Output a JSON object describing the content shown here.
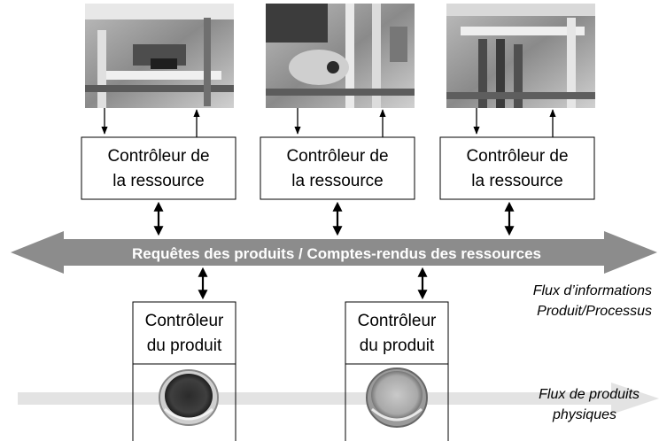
{
  "resource_controllers": [
    {
      "line1": "Contrôleur de",
      "line2": "la ressource"
    },
    {
      "line1": "Contrôleur de",
      "line2": "la ressource"
    },
    {
      "line1": "Contrôleur de",
      "line2": "la ressource"
    }
  ],
  "product_controllers": [
    {
      "line1": "Contrôleur",
      "line2": "du produit"
    },
    {
      "line1": "Contrôleur",
      "line2": "du produit"
    }
  ],
  "info_band": {
    "label": "Requêtes des produits / Comptes-rendus des ressources",
    "color": "#8c8c8c"
  },
  "info_flow_caption": {
    "line1": "Flux d’informations",
    "line2": "Produit/Processus"
  },
  "product_flow_caption": {
    "line1": "Flux de produits",
    "line2": "physiques"
  },
  "colors": {
    "product_band": "#e3e3e3",
    "photo_dark": "#3a3a3a",
    "photo_light": "#d8d8d8"
  }
}
